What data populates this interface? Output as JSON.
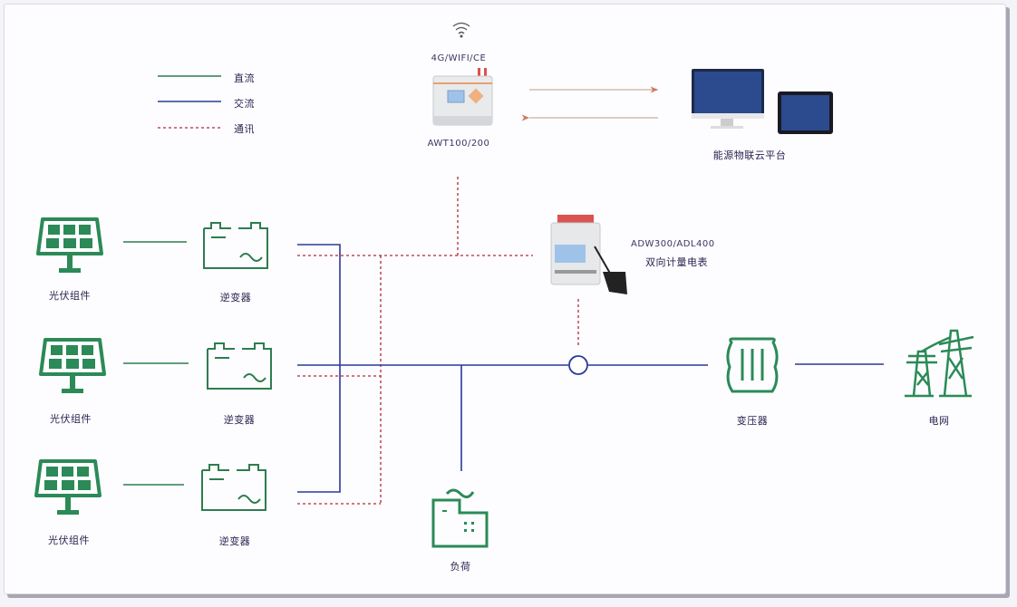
{
  "colors": {
    "dc_line": "#2e7d4f",
    "ac_line": "#2b3a9a",
    "comm_line": "#b2283a",
    "icon_green": "#2b8a57",
    "label_text": "#2a2350",
    "cloud_arrow": "#c98a6a"
  },
  "legend": {
    "items": [
      {
        "label": "直流",
        "style": "solid",
        "color_key": "dc_line"
      },
      {
        "label": "交流",
        "style": "solid",
        "color_key": "ac_line"
      },
      {
        "label": "通讯",
        "style": "dashed",
        "color_key": "comm_line"
      }
    ]
  },
  "gateway": {
    "connectivity": "4G/WIFI/CE",
    "model": "AWT100/200",
    "icon": "wifi-icon"
  },
  "cloud_platform": {
    "label": "能源物联云平台",
    "icons": [
      "desktop-monitor-icon",
      "tablet-icon"
    ]
  },
  "meter": {
    "model": "ADW300/ADL400",
    "description": "双向计量电表"
  },
  "pv_strings": [
    {
      "pv_label": "光伏组件",
      "inverter_label": "逆变器"
    },
    {
      "pv_label": "光伏组件",
      "inverter_label": "逆变器"
    },
    {
      "pv_label": "光伏组件",
      "inverter_label": "逆变器"
    }
  ],
  "load": {
    "label": "负荷"
  },
  "transformer": {
    "label": "变压器"
  },
  "grid": {
    "label": "电网"
  }
}
